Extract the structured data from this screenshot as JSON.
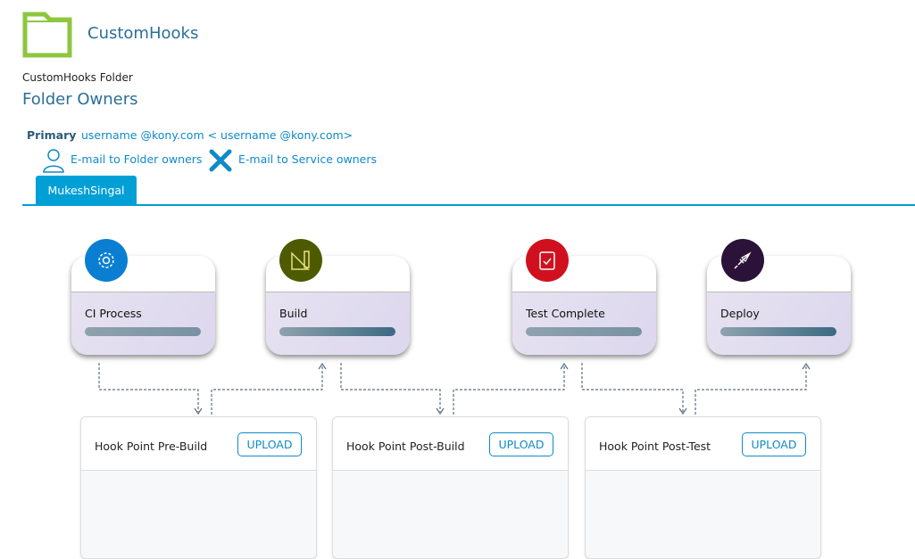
{
  "header": {
    "title": "CustomHooks",
    "subtitle": "CustomHooks Folder",
    "owners_heading": "Folder Owners",
    "primary_label": "Primary",
    "primary_email": "username @kony.com < username @kony.com>",
    "email_folder_owners": "E-mail to Folder owners",
    "email_service_owners": "E-mail to Service owners",
    "tab": "MukeshSingal"
  },
  "colors": {
    "accent": "#009fd6",
    "folder": "#8dc63f"
  },
  "stages": [
    {
      "label": "CI Process",
      "icon": "gear-wrench-icon",
      "color": "#0a7fd1"
    },
    {
      "label": "Build",
      "icon": "ruler-pencil-icon",
      "color": "#4d5a00"
    },
    {
      "label": "Test Complete",
      "icon": "clipboard-check-icon",
      "color": "#d0101f"
    },
    {
      "label": "Deploy",
      "icon": "rocket-icon",
      "color": "#2a1238"
    }
  ],
  "hooks": [
    {
      "label": "Hook Point Pre-Build",
      "button": "UPLOAD"
    },
    {
      "label": "Hook Point Post-Build",
      "button": "UPLOAD"
    },
    {
      "label": "Hook Point Post-Test",
      "button": "UPLOAD"
    }
  ]
}
